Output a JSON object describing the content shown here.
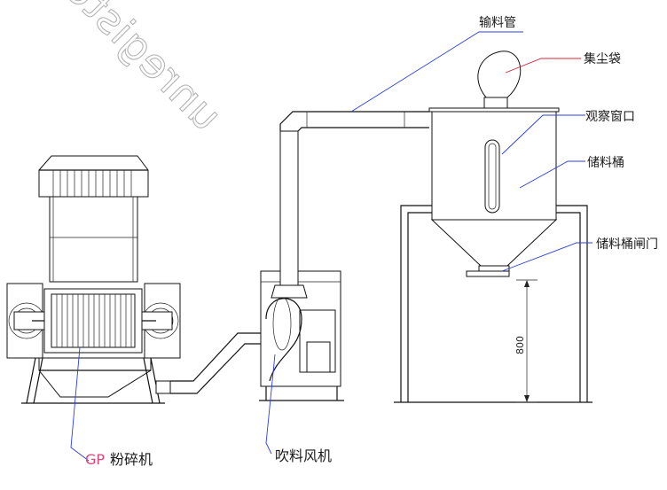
{
  "labels": {
    "pipe": "输料管",
    "bag": "集尘袋",
    "window": "观察窗口",
    "bin": "储料桶",
    "gate": "储料桶闸门",
    "grinder_prefix": "GP",
    "grinder": "粉碎机",
    "blower": "吹料风机"
  },
  "dimension": {
    "height_mm": "800"
  },
  "watermark": "unregistered",
  "colors": {
    "leader_blue": "#2b3fd6",
    "leader_red": "#d8213b",
    "grinder_prefix": "#e0457b",
    "line": "#111111"
  }
}
